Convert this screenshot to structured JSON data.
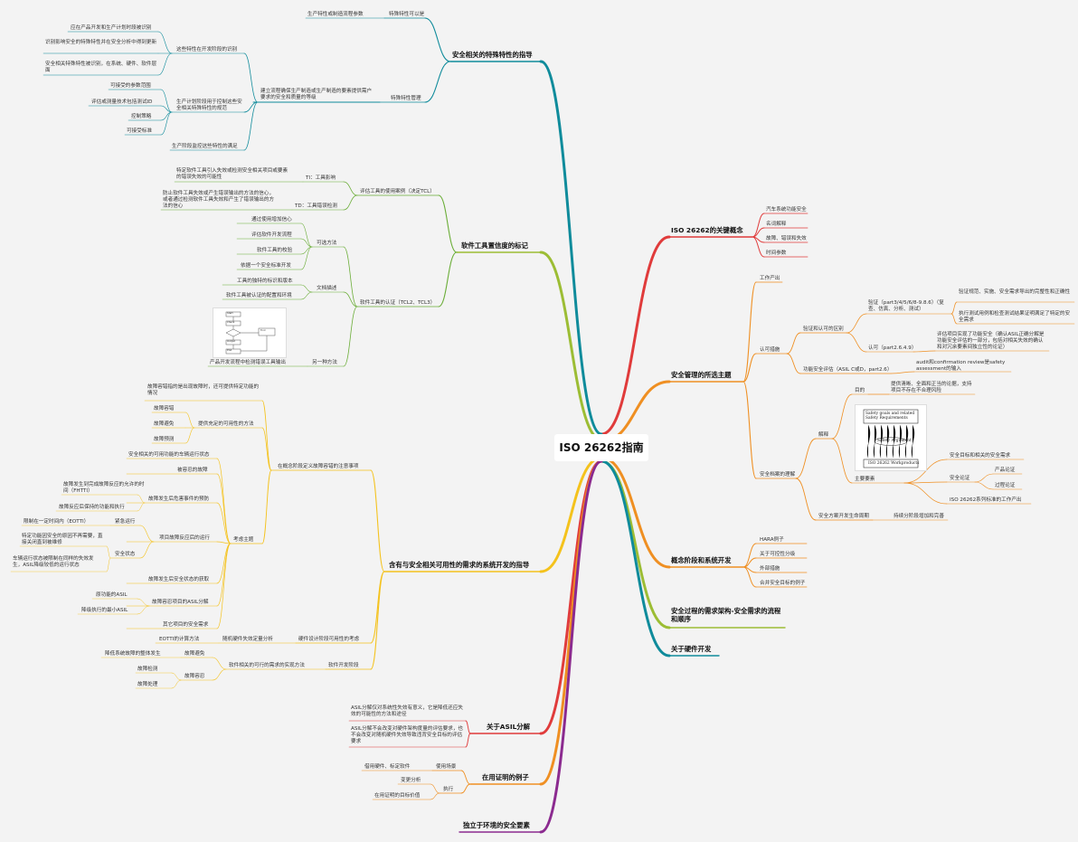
{
  "root": "ISO 26262指南",
  "colors": {
    "red": "#e03b3b",
    "orange": "#ef8f22",
    "green": "#6aad37",
    "teal": "#0f8b9b",
    "blue": "#2a9bd4",
    "yellow": "#f4c21c",
    "lime": "#9cbd34",
    "purple": "#8b2a8f"
  },
  "right": {
    "key_concepts": {
      "title": "ISO 26262的关键概念",
      "items": [
        "汽车系统功能安全",
        "名词解释",
        "故障、错误和失效",
        "时间参数"
      ]
    },
    "safety_mgmt": {
      "title": "安全管理的所选主题",
      "work_output": "工作产出",
      "confirm": "认可措施",
      "vv_diff": "验证和认可的区别",
      "verify": "验证（part3/4/5/6/8-9.8.6）（复查、仿真、分析、测试）",
      "verify_items": [
        "验证规范、实施、安全需求导出的完整性和正确性",
        "执行测试用例和检查测试结果证明满足了特定的安全需求"
      ],
      "validate": "认可（part2.6.4.9）",
      "validate_item": "评估项目实现了功能安全（确认ASIL正确分解是功能安全评估的一部分，包括对相关失效的确认和对冗余要素间独立性的论证）",
      "fsa": "功能安全评估（ASIL C或D，part2.6）",
      "fsa_item": "audit和confirmation review是safety assessment的输入",
      "case": "安全档案的理解",
      "explain": "解释",
      "purpose": "目的",
      "purpose_item": "提供清晰、全面和正当的论据，支持项目不存在不合理风险",
      "main_elements": "主要要素",
      "elements": [
        "安全目标和相关的安全需求",
        "安全论证",
        "ISO 26262系列标准的工作产出"
      ],
      "argument_items": [
        "产品论证",
        "过程论证"
      ],
      "lifecycle": "安全方案开发生命周期",
      "lifecycle_item": "持续分阶段增加和完善",
      "figure": {
        "top": "Safety goals and related Safety Requirements",
        "middle": "Safety Argument",
        "bottom": "ISO 26262 Workproducts"
      }
    },
    "concept": {
      "title": "概念阶段和系统开发",
      "items": [
        "HARA例子",
        "关于可控性分级",
        "外部措施",
        "合并安全目标的例子"
      ]
    },
    "process": {
      "title": "安全过程的需求架构-安全需求的流程和顺序"
    },
    "hardware": {
      "title": "关于硬件开发"
    }
  },
  "left": {
    "special": {
      "title": "安全相关的特殊特性的指导",
      "can_be": "特殊特性可以是",
      "can_be_item": "生产特性或制造流程参数",
      "mgmt": "特殊特性管理",
      "mgmt_desc": "建立流程确保生产制造或生产制造的要素提供需户要求的安全和质量的等级",
      "identify": "这些特性在开发阶段的识别",
      "identify_items": [
        "应在产品开发和生产计划时段被识别",
        "识别影响安全的特殊特性并在安全分析中得到更新",
        "安全相关特殊特性被识别，在系统、硬件、软件层面"
      ],
      "plan": "生产计划阶段用于控制这些安全相关特殊特性的规范",
      "plan_items": [
        "可接受的参数范围",
        "评估或测量技术包括测试ID",
        "控制策略",
        "可接受标准"
      ],
      "monitor": "生产阶段监控这些特性的满足"
    },
    "tools": {
      "title": "软件工具置信度的标记",
      "usecase": "评估工具的使用案例（决定TCL）",
      "ti": "TI：工具影响",
      "ti_desc": "特定软件工具引入失效或检测安全相关项目或要素的错误失效的可能性",
      "td": "TD：工具错误检测",
      "td_desc": "防止软件工具失效或产生错误输出的方法的信心，或者通过检测软件工具失效和产生了错误输出的方法的信心",
      "qual": "软件工具的认证（TCL2、TCL3）",
      "optional": "可选方法",
      "optional_items": [
        "通过使用增加信心",
        "评估软件开发流程",
        "软件工具的校验",
        "依据一个安全标准开发"
      ],
      "doc": "文档描述",
      "doc_items": [
        "工具的独特的标识和版本",
        "软件工具被认证的配置和环境"
      ],
      "other": "另一种方法",
      "other_item": "产品开发流程中检测错误工具输出"
    },
    "avail": {
      "title": "含有与安全相关可用性的需求的系统开发的指导",
      "concept": "在概念阶段定义故障容错的注意事项",
      "concept_desc": "故障容错指的是出现故障时，还可提供特定功能的情况",
      "provide": "提供充足的可用性的方法",
      "provide_items": [
        "故障容错",
        "故障避免",
        "故障预测"
      ],
      "topics": "考虑主题",
      "topic_items": [
        "安全相关的可用功能的车辆运行状态",
        "被容忍的故障",
        "故障发生后危害事件的预防",
        "项目故障反应后的运行",
        "故障发生后安全状态的获取",
        "故障容忍项目的ASIL分解",
        "其它项目的安全需求"
      ],
      "prevent_items": [
        "故障发生到完成故障反应的允许的时间（FHTTI）",
        "故障反应后保持的功能和执行"
      ],
      "emergency": "紧急运行",
      "emergency_item": "限制在一定时间内（EOTTI）",
      "safestate": "安全状态",
      "safestate_items": [
        "特定功能因安全的原因不再需要，直接关闭直到被维修",
        "车辆运行状态被限制在同样的失效发生，ASIL降级较低的运行状态"
      ],
      "asil_items": [
        "原功能的ASIL",
        "降级执行的最小ASIL"
      ],
      "hw": "硬件设计阶段可用性的考虑",
      "hw_mid": "随机硬件失效定量分析",
      "hw_item": "EOTTI的计算方法",
      "sw": "软件开发阶段",
      "sw_mid": "软件相关的可行的需求的实现方法",
      "avoid": "故障避免",
      "avoid_item": "降低系统故障的整体发生",
      "tol": "故障容忍",
      "tol_items": [
        "故障检测",
        "故障处理"
      ]
    },
    "asil": {
      "title": "关于ASIL分解",
      "items": [
        "ASIL分解仅对系统性失效有意义，它是降低还应失效的可能性的方法和途径",
        "ASIL分解不会改变对硬件架构度量的评估要求，也不会改变对随机硬件失效导致违背安全目标的评估要求"
      ]
    },
    "proven": {
      "title": "在用证明的例子",
      "usage": "使用场景",
      "usage_item": "借用硬件、标定软件",
      "exec": "执行",
      "exec_items": [
        "变更分析",
        "在用证明的目标价值"
      ]
    },
    "seooc": {
      "title": "独立于环境的安全要素"
    }
  },
  "flowchart_labels": [
    "Start",
    "Check",
    "Tool",
    "Output",
    "End"
  ]
}
